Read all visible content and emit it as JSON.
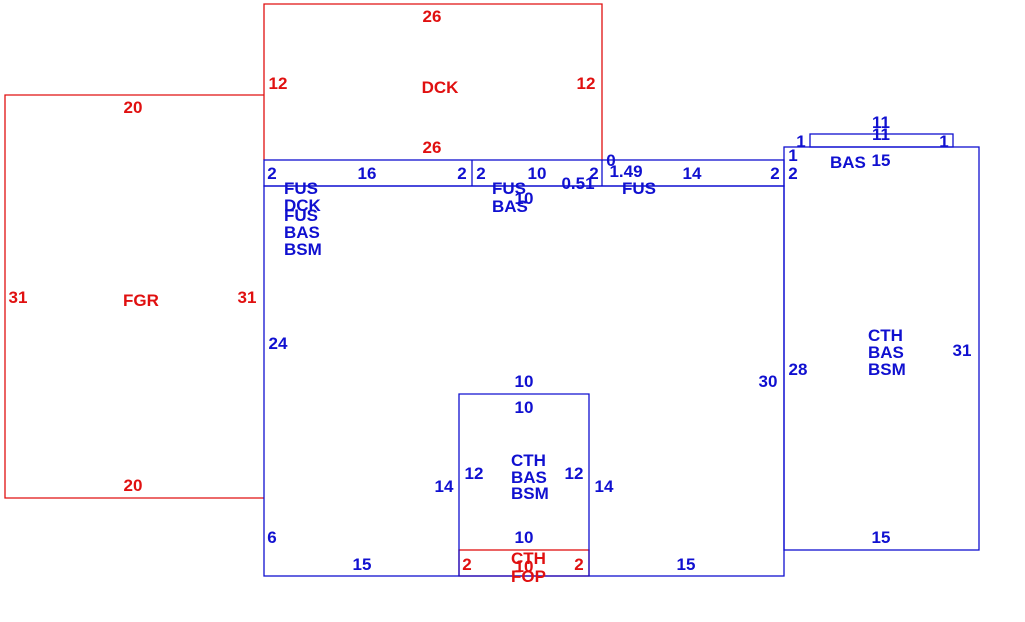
{
  "colors": {
    "red": "#e01010",
    "blue": "#1010d0",
    "background": "#ffffff"
  },
  "labels": {
    "fgr": {
      "area": "FGR",
      "top": "20",
      "bottom": "20",
      "left": "31",
      "right": "31"
    },
    "dck": {
      "area": "DCK",
      "top": "26",
      "bottom": "26",
      "left": "12",
      "right": "12"
    },
    "strip_left": {
      "s2a": "2",
      "s16": "16",
      "s2b": "2",
      "codes": [
        "FUS",
        "DCK",
        "FUS",
        "BAS",
        "BSM"
      ]
    },
    "strip_mid": {
      "s2a": "2",
      "s10": "10",
      "s051": "0.51",
      "s2b": "2",
      "overlap": "10",
      "codes": [
        "FUS",
        "BAS"
      ]
    },
    "strip_right": {
      "s0": "0",
      "s149": "1.49",
      "s14": "14",
      "s2": "2",
      "code": "FUS"
    },
    "main": {
      "left24": "24",
      "left6": "6",
      "right30": "30",
      "bottom15a": "15",
      "bottom15b": "15"
    },
    "bay": {
      "top_out": "10",
      "top_in": "10",
      "left_out": "14",
      "left_in": "12",
      "right_in": "12",
      "right_out": "14",
      "bottom": "10",
      "codes": [
        "CTH",
        "BAS",
        "BSM"
      ]
    },
    "fop": {
      "left": "2",
      "right": "2",
      "codes": [
        "CTH",
        "FOP"
      ],
      "overlap": "10"
    },
    "east": {
      "left_a": "2",
      "left_b": "1",
      "top_a": "1",
      "top_b": "1",
      "top11a": "11",
      "top11b": "11",
      "top15": "15",
      "bas": "BAS",
      "left28": "28",
      "right31": "31",
      "bottom15": "15",
      "codes": [
        "CTH",
        "BAS",
        "BSM"
      ]
    }
  }
}
